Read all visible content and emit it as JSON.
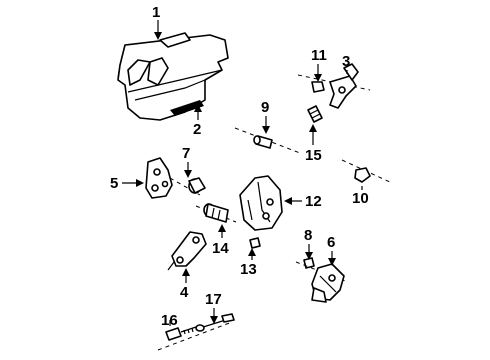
{
  "callouts": [
    {
      "id": "1",
      "text": "1"
    },
    {
      "id": "2",
      "text": "2"
    },
    {
      "id": "3",
      "text": "3"
    },
    {
      "id": "4",
      "text": "4"
    },
    {
      "id": "5",
      "text": "5"
    },
    {
      "id": "6",
      "text": "6"
    },
    {
      "id": "7",
      "text": "7"
    },
    {
      "id": "8",
      "text": "8"
    },
    {
      "id": "9",
      "text": "9"
    },
    {
      "id": "10",
      "text": "10"
    },
    {
      "id": "11",
      "text": "11"
    },
    {
      "id": "12",
      "text": "12"
    },
    {
      "id": "13",
      "text": "13"
    },
    {
      "id": "14",
      "text": "14"
    },
    {
      "id": "15",
      "text": "15"
    },
    {
      "id": "16",
      "text": "16"
    },
    {
      "id": "17",
      "text": "17"
    }
  ],
  "colors": {
    "ink": "#000000",
    "background": "#ffffff"
  }
}
